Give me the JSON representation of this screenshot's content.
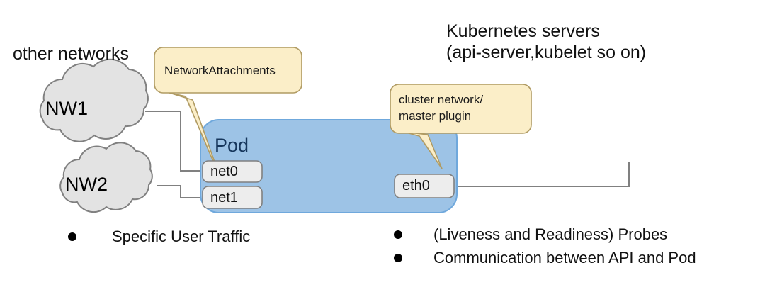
{
  "diagram": {
    "title": {
      "line1": "Kubernetes servers",
      "line2": "(api-server,kubelet so on)"
    },
    "other_networks_label": "other networks",
    "clouds": [
      {
        "label": "NW1"
      },
      {
        "label": "NW2"
      }
    ],
    "callouts": [
      {
        "id": "network-attachments",
        "line1": "NetworkAttachments",
        "line2": "",
        "fill": "#fbeec8",
        "stroke": "#b09b63"
      },
      {
        "id": "cluster-network",
        "line1": "cluster network/",
        "line2": "master plugin",
        "fill": "#fbeec8",
        "stroke": "#b09b63"
      }
    ],
    "pod": {
      "label": "Pod",
      "fill": "#9dc3e6",
      "stroke": "#5b9bd5",
      "text_color": "#16365c",
      "interfaces": [
        {
          "name": "net0"
        },
        {
          "name": "net1"
        },
        {
          "name": "eth0"
        }
      ]
    },
    "bullets_left": [
      {
        "text": "Specific User Traffic"
      }
    ],
    "bullets_right": [
      {
        "text": "(Liveness and Readiness) Probes"
      },
      {
        "text": "Communication between API and Pod"
      }
    ],
    "colors": {
      "cloud_fill": "#e0e0e0",
      "cloud_stroke": "#808080",
      "iface_fill": "#ededed",
      "iface_stroke": "#808080",
      "connector": "#808080",
      "background": "#ffffff"
    }
  }
}
